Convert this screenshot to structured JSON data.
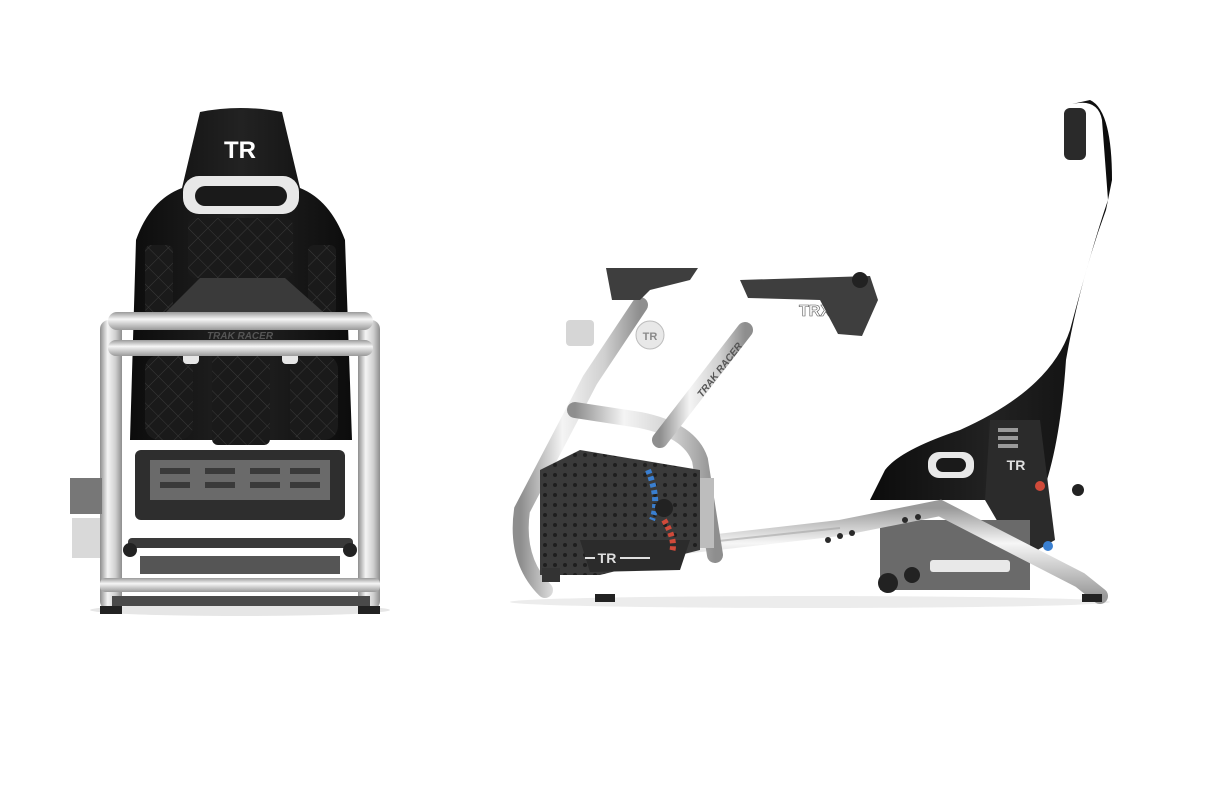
{
  "product": {
    "seat_badge": "TR",
    "front_bar_text": "TRAK RACER",
    "frame_tube_text": "TRAK RACER",
    "side_badge": "TRX",
    "base_plate_badge": "TR",
    "seat_side_badge": "TR",
    "side_disc_badge": "TR"
  },
  "colors": {
    "frame_silver": "#d9d9d9",
    "frame_shadow": "#9a9a9a",
    "seat_black": "#141414",
    "plate_gray": "#4a4a4a",
    "accent_blue": "#3a7fd0",
    "accent_red": "#d04a3a"
  }
}
